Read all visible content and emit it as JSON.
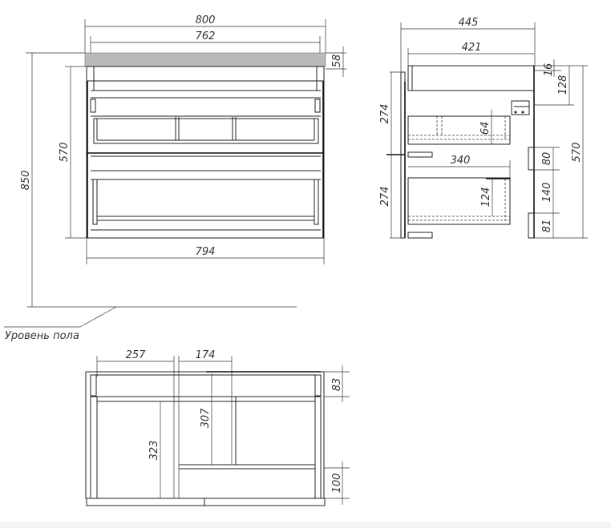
{
  "front_view": {
    "width_total": "800",
    "width_inner": "762",
    "countertop_height": "58",
    "height_total": "850",
    "cabinet_height": "570",
    "cabinet_width": "794",
    "floor_label": "Уровень пола"
  },
  "side_view": {
    "depth_total": "445",
    "depth_inner": "421",
    "top_gap": "16",
    "top_drawer_height": "128",
    "front_height_upper": "274",
    "front_height_lower": "274",
    "organizer_height": "64",
    "drawer_depth": "340",
    "lower_drawer_side": "124",
    "cabinet_height": "570",
    "mount_a": "80",
    "mount_b": "140",
    "mount_c": "81"
  },
  "bottom_view": {
    "left_width": "257",
    "middle_width": "174",
    "top_band": "83",
    "middle_height": "307",
    "left_height": "323",
    "bottom_shelf": "100"
  },
  "colors": {
    "countertop": "#b9b9b9",
    "line": "#222222"
  }
}
